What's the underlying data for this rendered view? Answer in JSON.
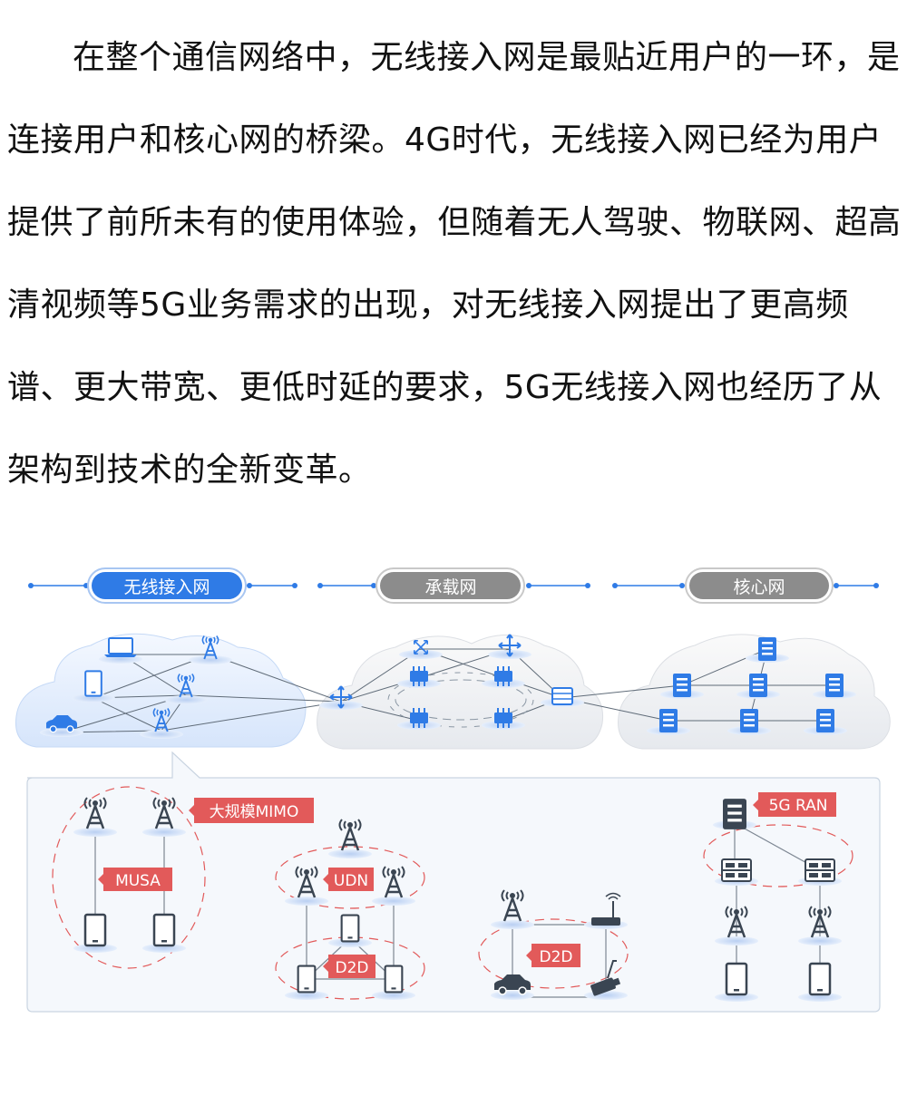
{
  "article": {
    "paragraph": "在整个通信网络中，无线接入网是最贴近用户的一环，是连接用户和核心网的桥梁。4G时代，无线接入网已经为用户提供了前所未有的使用体验，但随着无人驾驶、物联网、超高清视频等5G业务需求的出现，对无线接入网提出了更高频谱、更大带宽、更低时延的要求，5G无线接入网也经历了从架构到技术的全新变革。"
  },
  "diagram": {
    "sections": [
      "无线接入网",
      "承载网",
      "核心网"
    ],
    "tags": {
      "massive_mimo": "大规模MIMO",
      "musa": "MUSA",
      "udn": "UDN",
      "d2d_1": "D2D",
      "d2d_2": "D2D",
      "ran": "5G RAN"
    },
    "colors": {
      "accent_blue": "#2f7be6",
      "pill_gray": "#8c8c8c",
      "tag_red": "#e25a5a",
      "icon_dark": "#3a4552"
    }
  }
}
